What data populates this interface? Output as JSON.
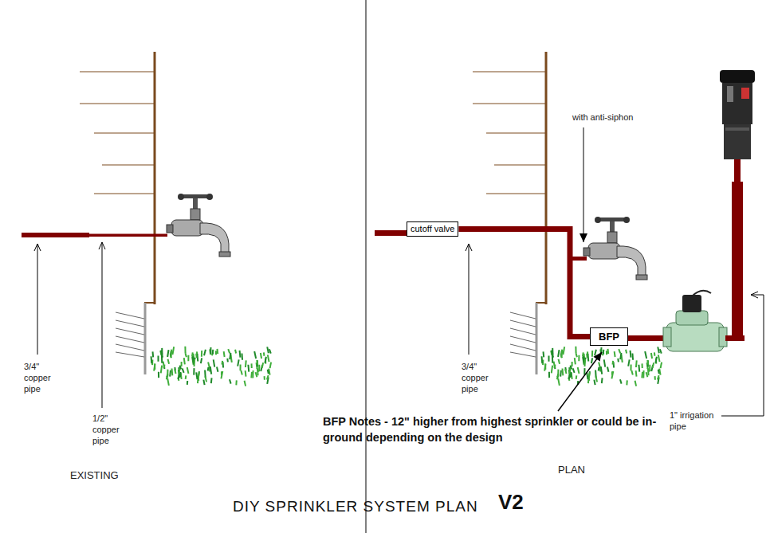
{
  "diagram": {
    "title": "DIY SPRINKLER SYSTEM PLAN",
    "nodes": [
      {
        "text": [
          "cutoff valve"
        ]
      },
      {
        "text": [
          "BFP"
        ]
      }
    ],
    "edges": [
      {
        "from": 0,
        "to": 1,
        "arrow": "none"
      }
    ],
    "labels": [
      "V2",
      "EXISTING",
      "PLAN",
      "3/4\" copper pipe",
      "1/2\" copper pipe",
      "3/4\" copper pipe",
      "with anti-siphon",
      "BFP Notes - 12\" higher from highest sprinkler or could be in-ground depending on the design",
      "1\" irrigation pipe"
    ]
  }
}
